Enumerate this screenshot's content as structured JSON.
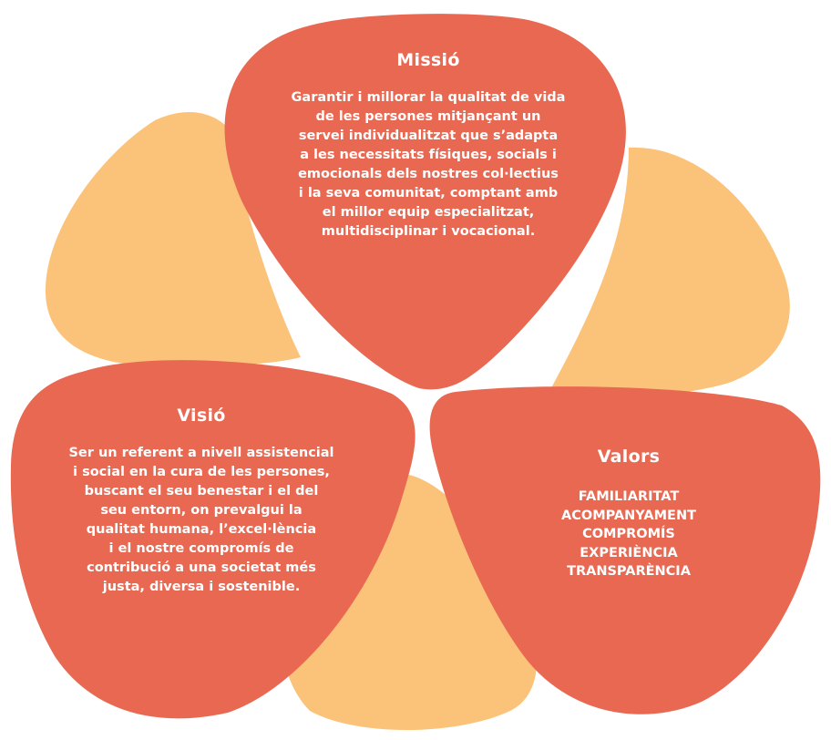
{
  "colors": {
    "background_petal": "#FBC37A",
    "front_petal": "#E96852",
    "text": "#FFFFFF"
  },
  "missio": {
    "title": "Missió",
    "body": "Garantir i millorar la qualitat de vida\nde les persones mitjançant un\nservei individualitzat que s’adapta\na les necessitats físiques, socials i\nemocionals dels nostres col·lectius\ni la seva comunitat, comptant amb\nel millor equip especialitzat,\nmultidisciplinar i vocacional."
  },
  "visio": {
    "title": "Visió",
    "body": "Ser un referent a nivell assistencial\ni social en la cura de les persones,\nbuscant el seu benestar i el del\nseu entorn, on prevalgui la\nqualitat humana, l’excel·lència\ni el nostre compromís de\ncontribució a una societat més\njusta, diversa i sostenible."
  },
  "valors": {
    "title": "Valors",
    "items": [
      "FAMILIARITAT",
      "ACOMPANYAMENT",
      "COMPROMÍS",
      "EXPERIÈNCIA",
      "TRANSPARÈNCIA"
    ]
  }
}
